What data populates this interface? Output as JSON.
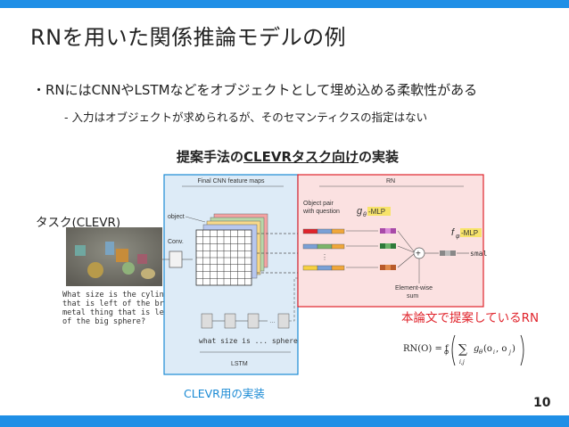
{
  "title": "RNを用いた関係推論モデルの例",
  "bullet": "・RNにはCNNやLSTMなどをオブジェクトとして埋め込める柔軟性がある",
  "sub_bullet": "- 入力はオブジェクトが求められるが、そのセマンティクスの指定はない",
  "figure_caption": {
    "prefix": "提案手法の",
    "underlined": "CLEVRタスク向け",
    "suffix": "の実装"
  },
  "task_label": "タスク(CLEVR)",
  "rn_label": "本論文で提案しているRN",
  "clevr_label": "CLEVR用の実装",
  "page_number": "10",
  "diagram": {
    "cnn_title": "Final CNN feature maps",
    "rn_title": "RN",
    "object_label": "object",
    "conv_label": "Conv.",
    "object_pair_label_1": "Object pair",
    "object_pair_label_2": "with question",
    "g_label": "g",
    "g_sub": "θ",
    "g_mlp": "-MLP",
    "f_label": "f",
    "f_sub": "φ",
    "f_mlp": "-MLP",
    "output": "small",
    "sum_label_1": "Element-wise",
    "sum_label_2": "sum",
    "lstm_words": "what size is ... sphere",
    "lstm_label": "LSTM",
    "question_lines": [
      "What size is the cylinder",
      "that is left of the brown",
      "metal thing that is left",
      "of the big sphere?"
    ]
  },
  "formula": "RN(O) = f_φ( Σ_{i,j} g_θ(o_i, o_j) )",
  "colors": {
    "accent_bar": "#1f8fe6",
    "rn_red": "#e0232b",
    "clevr_blue": "#1a8ad4",
    "cnn_box_fill": "#ddebf7",
    "rn_box_fill": "#fbe1e1"
  }
}
